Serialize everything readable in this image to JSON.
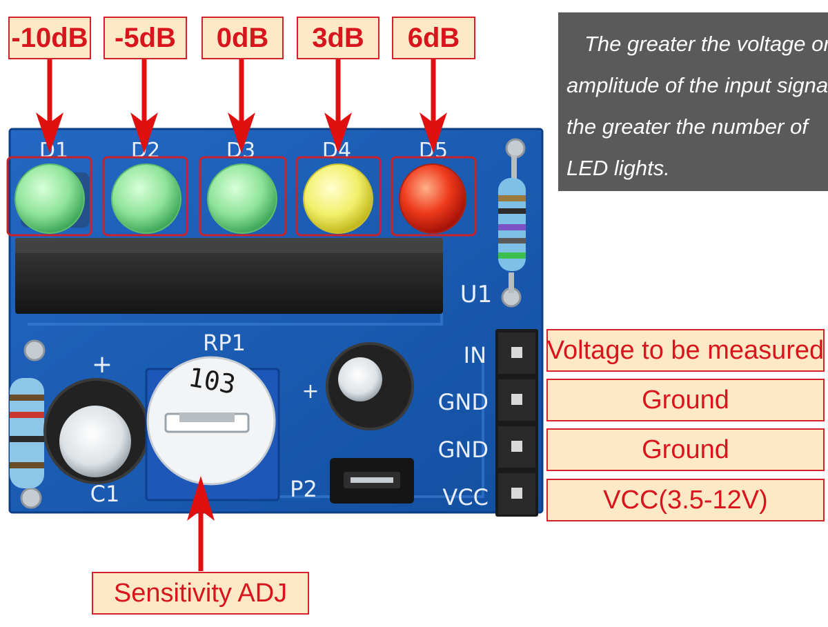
{
  "db_labels": [
    "-10dB",
    "-5dB",
    "0dB",
    "3dB",
    "6dB"
  ],
  "info_text": {
    "line1": "The greater the voltage or",
    "line2": "amplitude of the input signal,",
    "line3": "the greater the number of",
    "line4": "LED lights."
  },
  "pin_labels": [
    "Voltage to be measured",
    "Ground",
    "Ground",
    "VCC(3.5-12V)"
  ],
  "sensitivity_label": "Sensitivity ADJ",
  "silkscreen": {
    "led_refs": [
      "D1",
      "D2",
      "D3",
      "D4",
      "D5"
    ],
    "u1": "U1",
    "rp1": "RP1",
    "c1": "C1",
    "p2": "P2",
    "plus": "+",
    "pin_in": "IN",
    "pin_gnd": "GND",
    "pin_vcc": "VCC",
    "pot_code": "103"
  },
  "colors": {
    "board": "#1a5fb4",
    "led_green": "#8fe39a",
    "led_yellow": "#f2ef6a",
    "led_red": "#ee3a1c",
    "annotation_red": "#d8141c",
    "label_fill": "#fde9c6"
  }
}
